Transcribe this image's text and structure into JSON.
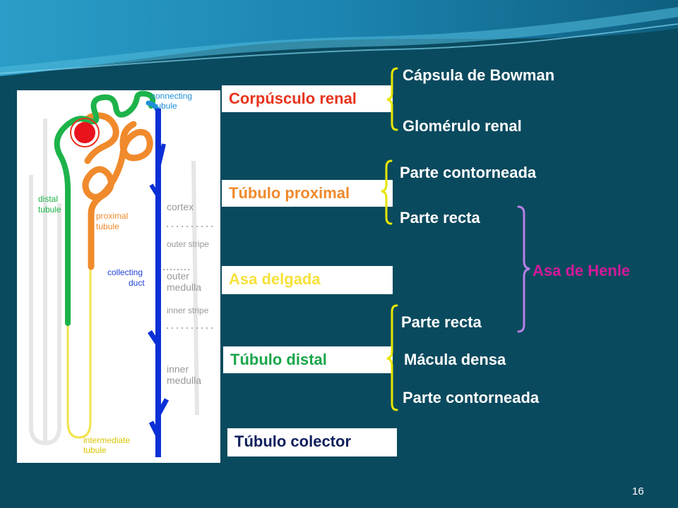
{
  "figure": {
    "labels": {
      "connecting": "connecting\ntubule",
      "distal": "distal\ntubule",
      "proximal": "proximal\ntubule",
      "cortex": "cortex",
      "outer_stripe": "outer stripe",
      "collecting": "collecting\nduct",
      "outer_medulla": "outer\nmedulla",
      "inner_stripe": "inner stripe",
      "inner_medulla": "inner\nmedulla",
      "intermediate": "intermediate\ntubule"
    }
  },
  "sections": {
    "corpusculo": "Corpúsculo renal",
    "proximal": "Túbulo proximal",
    "asa": "Asa delgada",
    "distal": "Túbulo distal",
    "colector": "Túbulo colector"
  },
  "subparts": {
    "bowman": "Cápsula de Bowman",
    "glomerulo": "Glomérulo renal",
    "prox_contorneada": "Parte contorneada",
    "prox_recta": "Parte recta",
    "dist_recta": "Parte recta",
    "macula": "Mácula densa",
    "dist_contorneada": "Parte contorneada"
  },
  "henle": "Asa de Henle",
  "page_number": "16",
  "colors": {
    "corpusculo": "#e8331c",
    "proximal": "#f08a2c",
    "asa": "#f6e13a",
    "distal": "#1aa64a",
    "colector": "#0f1f5c",
    "henle": "#d4199a",
    "bracket_yellow": "#e6e600",
    "bracket_purple": "#b67fe6"
  }
}
